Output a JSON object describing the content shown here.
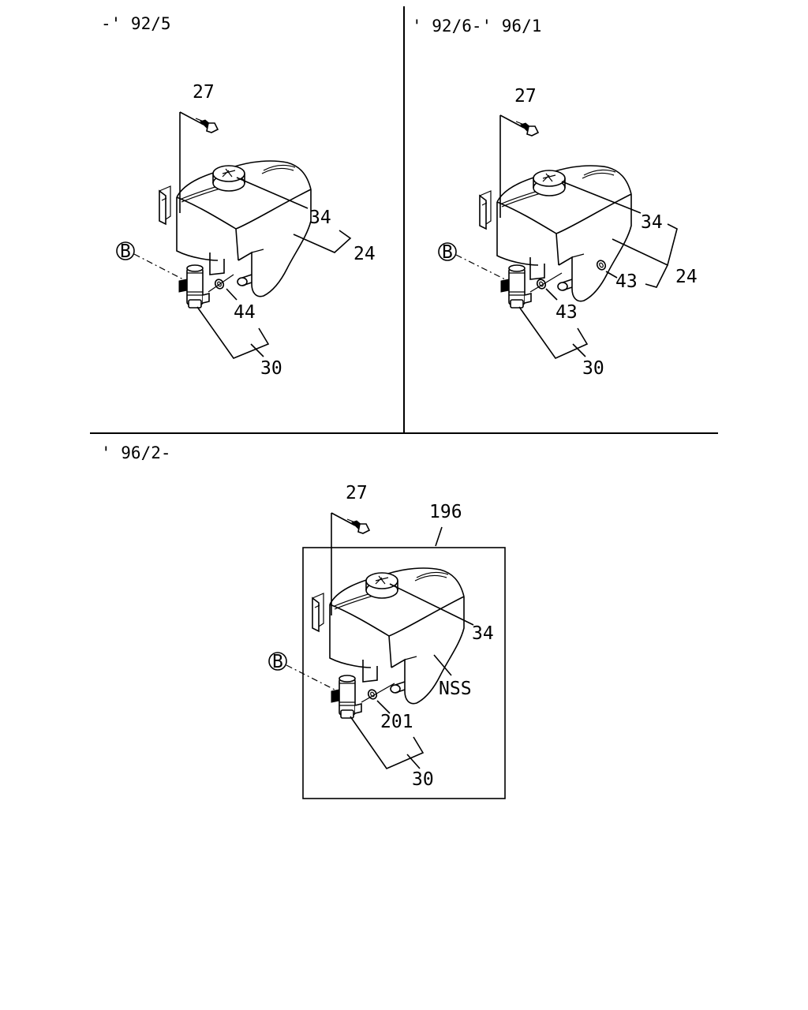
{
  "panels": [
    {
      "period": "-' 92/5",
      "labels": {
        "screw": "27",
        "cap": "34",
        "tank": "24",
        "seal": "44",
        "pump": "30",
        "ref": "B"
      }
    },
    {
      "period": "' 92/6-' 96/1",
      "labels": {
        "screw": "27",
        "cap": "34",
        "tank": "24",
        "seal": "43",
        "seal2": "43",
        "pump": "30",
        "ref": "B"
      }
    },
    {
      "period": "' 96/2-",
      "labels": {
        "screw": "27",
        "assembly": "196",
        "cap": "34",
        "tank": "NSS",
        "seal": "201",
        "pump": "30",
        "ref": "B"
      }
    }
  ]
}
